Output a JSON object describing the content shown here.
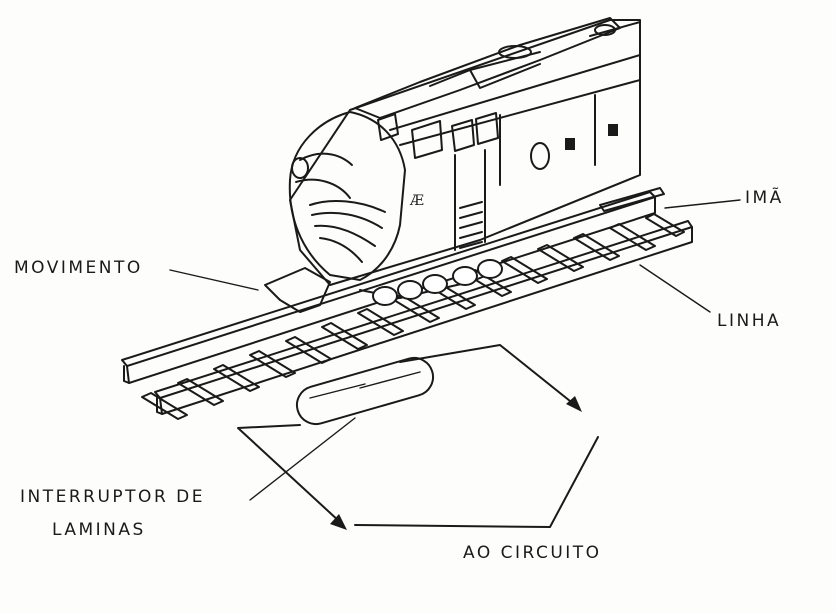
{
  "labels": {
    "magnet": "IMÃ",
    "movement": "MOVIMENTO",
    "line": "LINHA",
    "switch_line1": "INTERRUPTOR DE",
    "switch_line2": "LAMINAS",
    "to_circuit": "AO CIRCUITO"
  },
  "loco_marks": {
    "number_plate": "O",
    "front_letter": "Æ"
  },
  "colors": {
    "ink": "#1a1a1a",
    "paper": "#fdfdfc"
  }
}
